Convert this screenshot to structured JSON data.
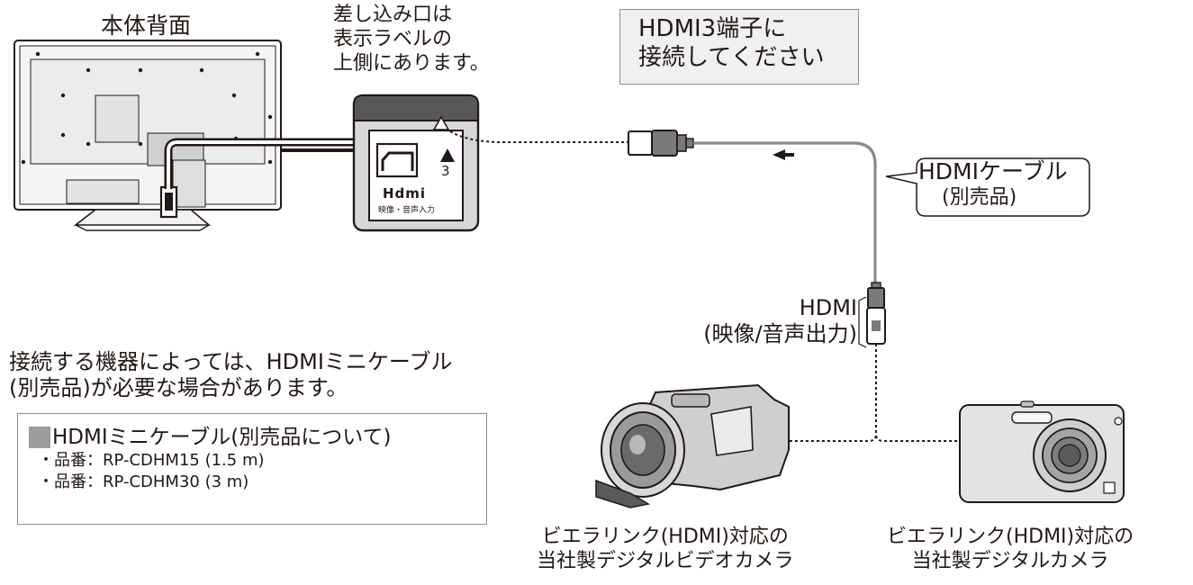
{
  "tv_label": "本体背面",
  "port_note": [
    "差し込み口は",
    "表示ラベルの",
    "上側にあります。"
  ],
  "instruction": [
    "HDMI3端子に",
    "接続してください"
  ],
  "port_panel": {
    "logo": "Hdmi",
    "number": "3",
    "caption": "映像・音声入力"
  },
  "cable_callout": {
    "name": "HDMIケーブル",
    "sub": "(別売品)"
  },
  "hdmi_output": [
    "HDMI",
    "(映像/音声出力)"
  ],
  "note": [
    "接続する機器によっては、HDMIミニケーブル",
    "(別売品)が必要な場合があります。"
  ],
  "mini_cable": {
    "title": "HDMIミニケーブル(別売品について)",
    "items": [
      "・品番：RP-CDHM15 (1.5 m)",
      "・品番：RP-CDHM30 (3 m)"
    ]
  },
  "camcorder_label": [
    "ビエラリンク(HDMI)対応の",
    "当社製デジタルビデオカメラ"
  ],
  "camera_label": [
    "ビエラリンク(HDMI)対応の",
    "当社製デジタルカメラ"
  ],
  "colors": {
    "ink": "#231815",
    "panel_dark": "#58585a",
    "panel_light": "#d7d7d7",
    "device_gray": "#c8c8c8"
  }
}
